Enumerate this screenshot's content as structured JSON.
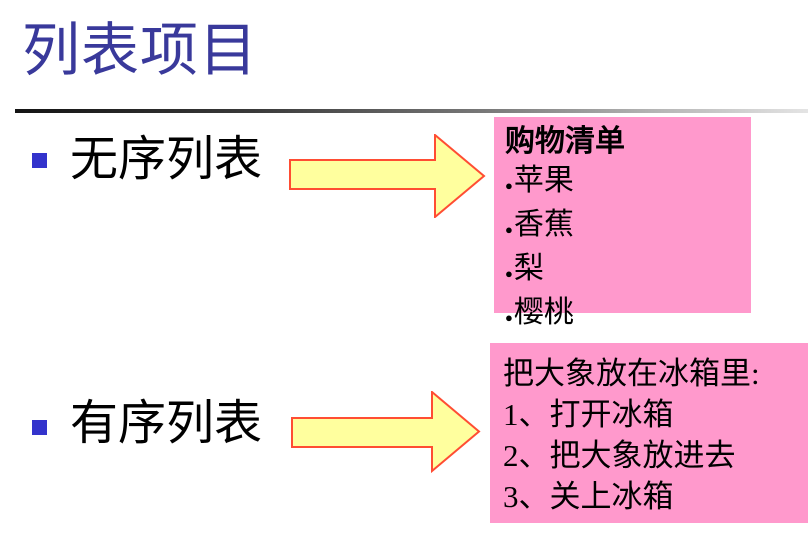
{
  "slide_title": "列表项目",
  "rows": [
    {
      "label": "无序列表"
    },
    {
      "label": "有序列表"
    }
  ],
  "shopping_box": {
    "title": "购物清单",
    "bullet": "●",
    "items": [
      "苹果",
      "香蕉",
      "梨",
      "樱桃"
    ]
  },
  "elephant_box": {
    "title": "把大象放在冰箱里:",
    "items": [
      "1、打开冰箱",
      "2、把大象放进去",
      "3、关上冰箱"
    ]
  },
  "colors": {
    "title_blue": "#39399B",
    "bullet_blue": "#3333CC",
    "box_pink": "#FF99CC",
    "arrow_fill": "#FFFF9E",
    "arrow_border": "#FF4D33",
    "rule_dark": "#141414",
    "rule_light": "#E4E4E4"
  }
}
